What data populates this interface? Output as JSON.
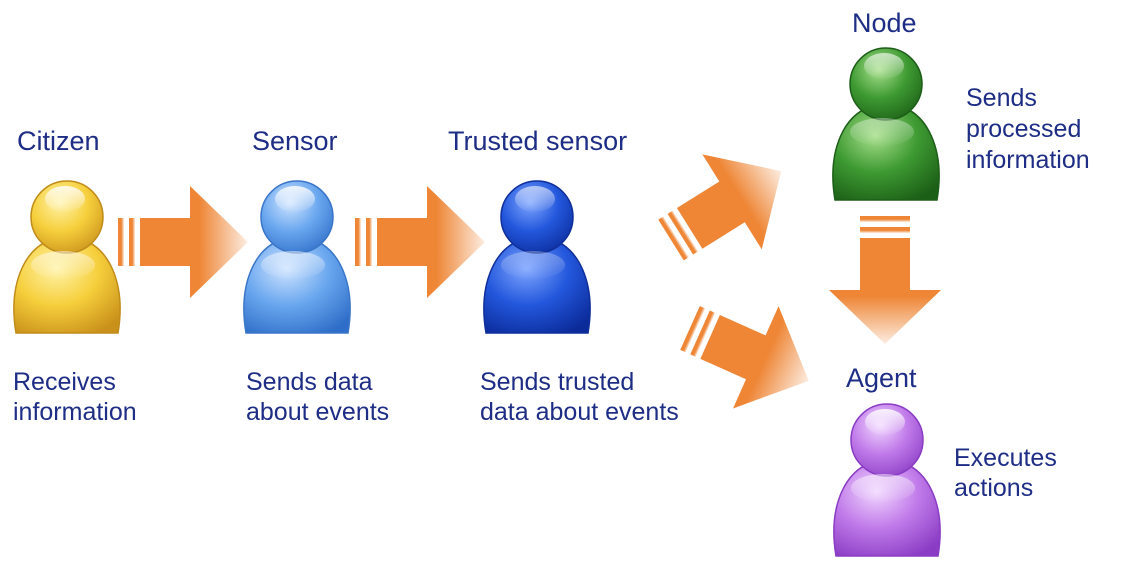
{
  "roles": [
    {
      "id": "citizen",
      "name": "Citizen",
      "desc_lines": [
        "Receives",
        "information"
      ],
      "color": "#f2c230"
    },
    {
      "id": "sensor",
      "name": "Sensor",
      "desc_lines": [
        "Sends data",
        "about events"
      ],
      "color": "#5a9ae8"
    },
    {
      "id": "trusted_sensor",
      "name": "Trusted sensor",
      "desc_lines": [
        "Sends trusted",
        "data about events"
      ],
      "color": "#1f4fd0"
    },
    {
      "id": "node",
      "name": "Node",
      "desc_lines": [
        "Sends",
        "processed",
        "information"
      ],
      "color": "#2f8a2a"
    },
    {
      "id": "agent",
      "name": "Agent",
      "desc_lines": [
        "Executes",
        "actions"
      ],
      "color": "#b766e6"
    }
  ],
  "arrow_color": "#ee8636",
  "text_color": "#1e2d85",
  "connections": [
    {
      "from": "citizen",
      "to": "sensor"
    },
    {
      "from": "sensor",
      "to": "trusted_sensor"
    },
    {
      "from": "trusted_sensor",
      "to": "node"
    },
    {
      "from": "trusted_sensor",
      "to": "agent"
    },
    {
      "from": "node",
      "to": "agent"
    }
  ]
}
